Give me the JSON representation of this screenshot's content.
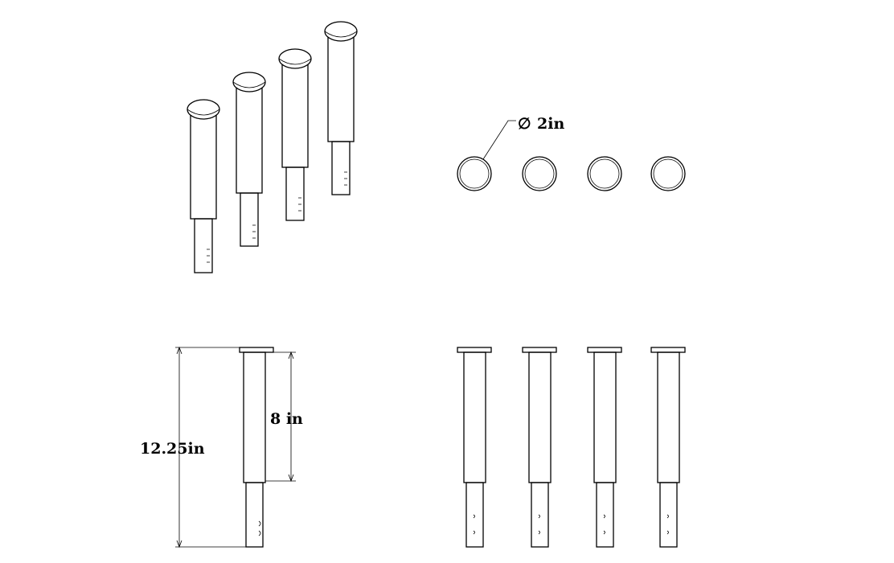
{
  "labels": {
    "diameter_symbol": "∅",
    "diameter": "2in",
    "overall_length": "12.25in",
    "upper_length": "8 in"
  }
}
